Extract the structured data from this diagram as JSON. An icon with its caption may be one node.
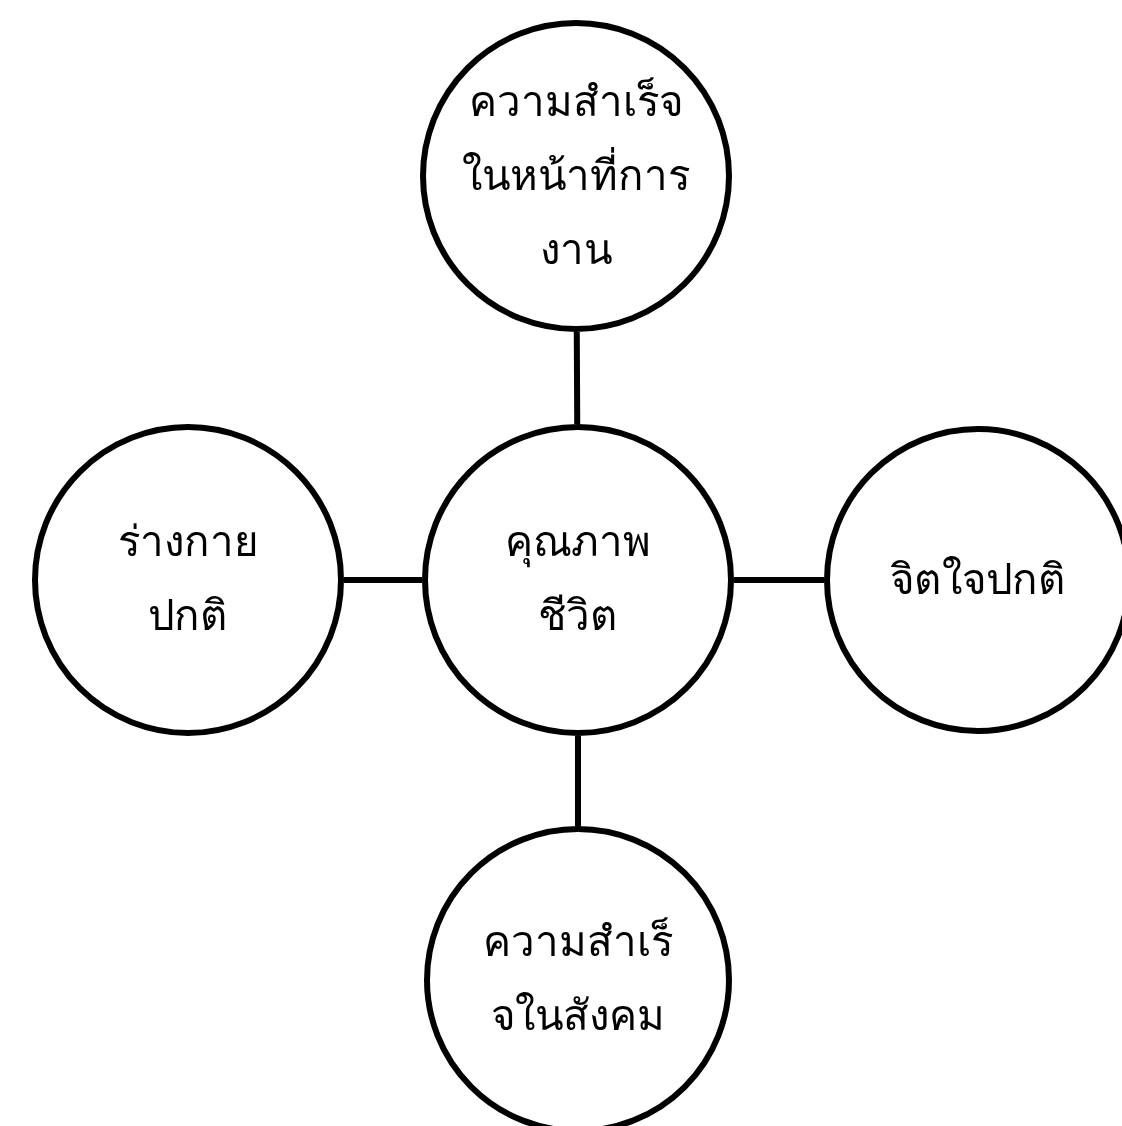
{
  "diagram": {
    "nodes": [
      {
        "text": [
          "ความสำเร็จในหน้าที่การงาน"
        ]
      },
      {
        "text": [
          "ร่างกายปกติ"
        ]
      },
      {
        "text": [
          "คุณภาพชีวิต"
        ]
      },
      {
        "text": [
          "จิตใจปกติ"
        ]
      },
      {
        "text": [
          "ความสำเร็จในสังคม"
        ]
      }
    ],
    "edges": [
      {
        "from": 2,
        "to": 0,
        "arrow": "none"
      },
      {
        "from": 2,
        "to": 1,
        "arrow": "none"
      },
      {
        "from": 2,
        "to": 3,
        "arrow": "none"
      },
      {
        "from": 2,
        "to": 4,
        "arrow": "none"
      }
    ]
  }
}
